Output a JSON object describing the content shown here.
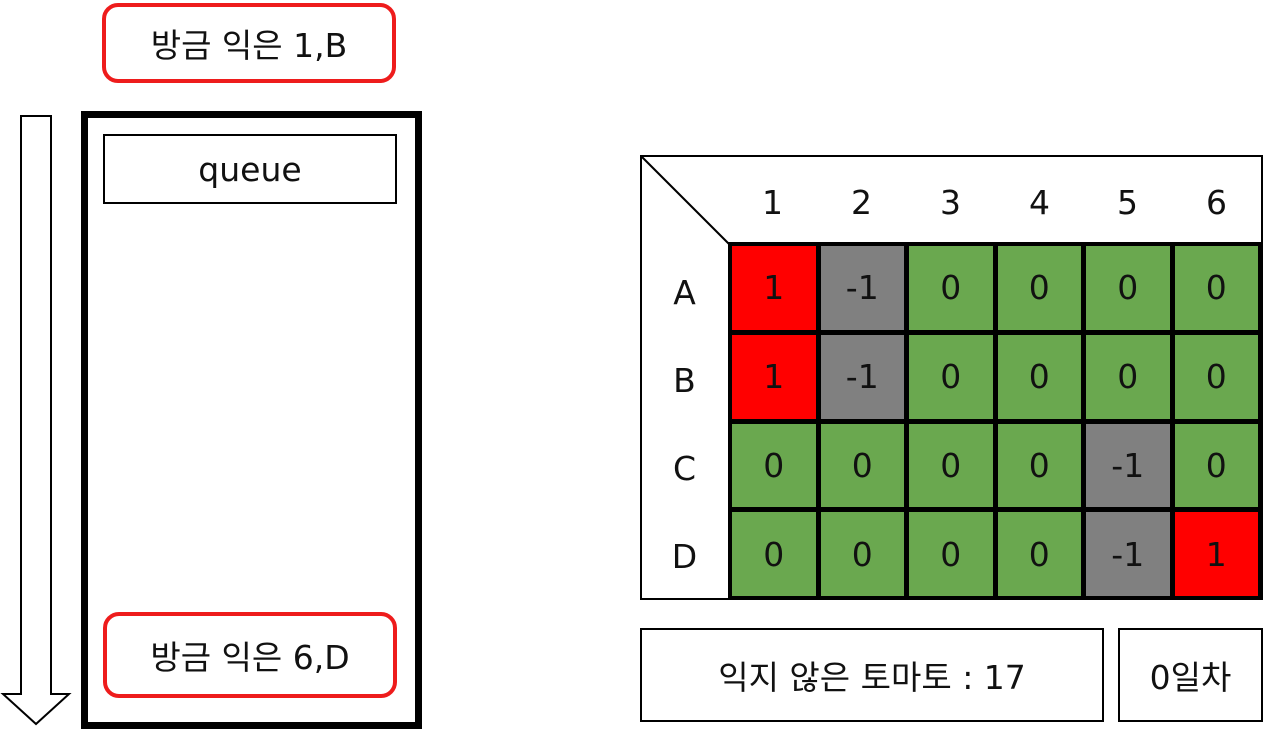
{
  "just_ripened_note": "방금 익은 1,B",
  "queue": {
    "label": "queue",
    "items": [
      "방금 익은 6,D"
    ]
  },
  "board": {
    "columns": [
      "1",
      "2",
      "3",
      "4",
      "5",
      "6"
    ],
    "rows": [
      "A",
      "B",
      "C",
      "D"
    ],
    "cells": [
      [
        "1",
        "-1",
        "0",
        "0",
        "0",
        "0"
      ],
      [
        "1",
        "-1",
        "0",
        "0",
        "0",
        "0"
      ],
      [
        "0",
        "0",
        "0",
        "0",
        "-1",
        "0"
      ],
      [
        "0",
        "0",
        "0",
        "0",
        "-1",
        "1"
      ]
    ],
    "colors": {
      "ripe": "#ff0000",
      "empty": "#808080",
      "unripe": "#6aa84f",
      "highlight": "#ee1c1c"
    }
  },
  "status": {
    "unripe_count": "익지 않은 토마토 : 17",
    "day": "0일차"
  }
}
